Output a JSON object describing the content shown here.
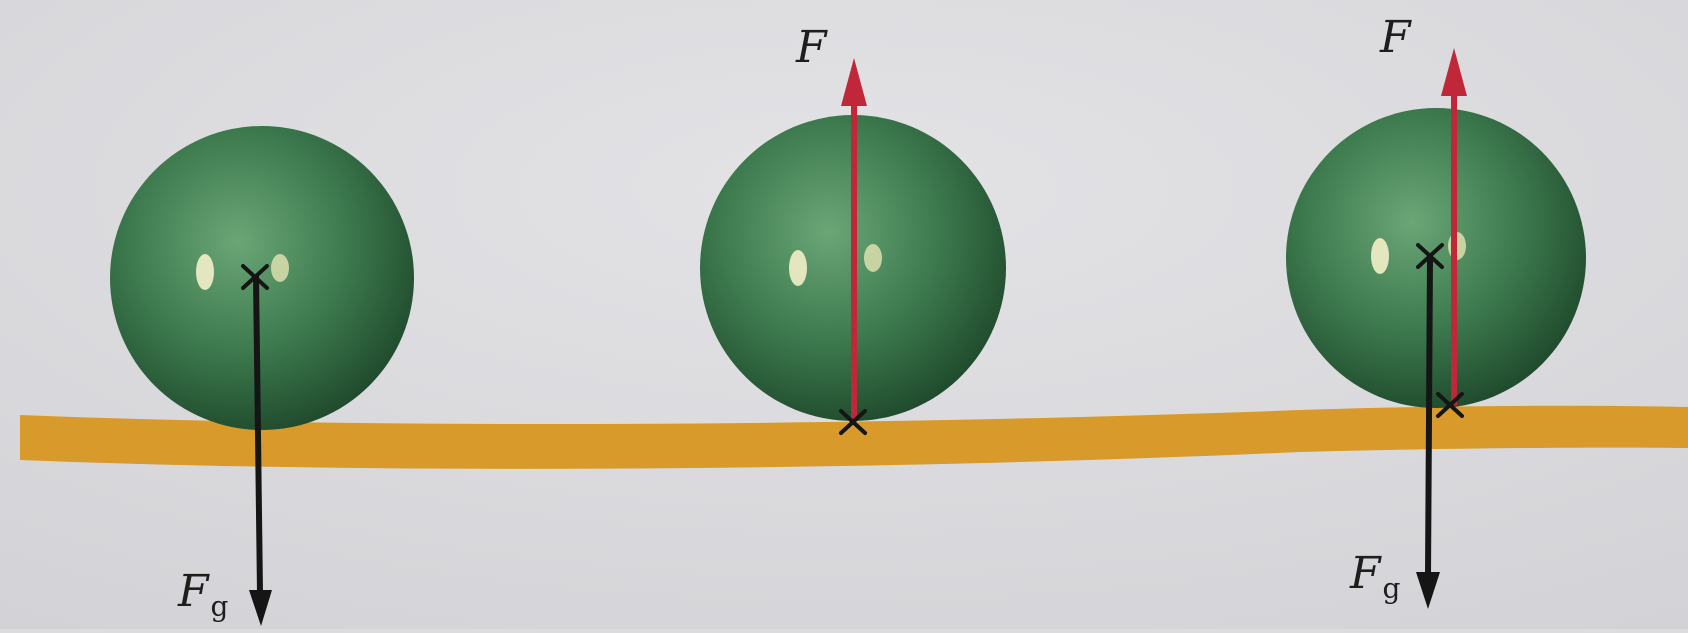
{
  "labels": {
    "force": "F",
    "gravity_main": "F",
    "gravity_sub": "g"
  },
  "colors": {
    "background": "#dcdcdf",
    "ball": "#3d7a4e",
    "ball_dark": "#1f4a2c",
    "ball_light": "#5f9a6c",
    "surface": "#d89a2b",
    "force_arrow": "#c0283a",
    "gravity_arrow": "#151515",
    "marker": "#151515"
  },
  "icons": {
    "ball": "green-sphere",
    "point_marker": "cross-mark"
  }
}
